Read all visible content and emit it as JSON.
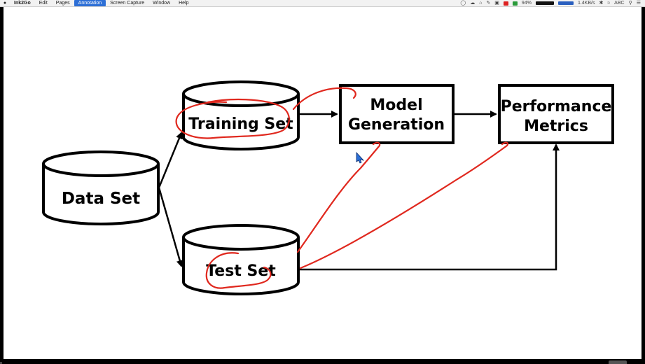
{
  "menubar": {
    "apple_icon": "apple-icon",
    "app_name": "Ink2Go",
    "menus": [
      {
        "label": "Edit"
      },
      {
        "label": "Pages"
      },
      {
        "label": "Annotation"
      },
      {
        "label": "Screen Capture"
      },
      {
        "label": "Window"
      },
      {
        "label": "Help"
      }
    ],
    "active_menu": "Annotation",
    "status": {
      "battery_percent": "94%",
      "network_speed": "1.4KB/s",
      "input_source": "ABC"
    },
    "colors": {
      "active_menu_bg": "#2d6fd6",
      "record_indicator": "#dd2222"
    }
  },
  "diagram": {
    "nodes": {
      "data_set": {
        "label": "Data Set"
      },
      "training_set": {
        "label": "Training Set"
      },
      "test_set": {
        "label": "Test Set"
      },
      "model_generation": {
        "label_line1": "Model",
        "label_line2": "Generation"
      },
      "performance_metrics": {
        "label_line1": "Performance",
        "label_line2": "Metrics"
      }
    },
    "annotation_color": "#e0281e",
    "stroke_color": "#000000"
  }
}
